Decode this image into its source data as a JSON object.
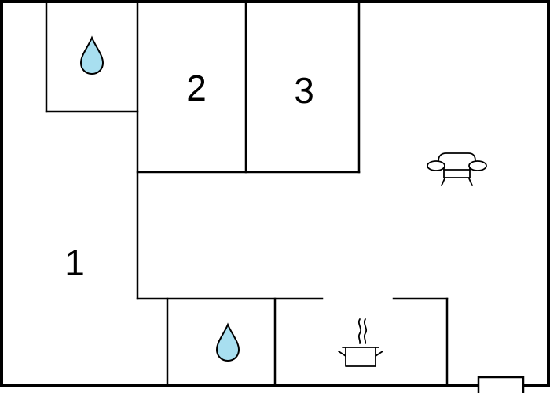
{
  "floorplan": {
    "rooms": [
      {
        "id": "room-1",
        "label": "1"
      },
      {
        "id": "room-2",
        "label": "2"
      },
      {
        "id": "room-3",
        "label": "3"
      }
    ],
    "icons": [
      {
        "name": "water-drop-icon",
        "room": "bathroom-top"
      },
      {
        "name": "water-drop-icon",
        "room": "bathroom-bottom"
      },
      {
        "name": "sofa-icon",
        "room": "living-room"
      },
      {
        "name": "cooking-pot-icon",
        "room": "kitchen"
      }
    ],
    "colors": {
      "wall": "#000000",
      "background": "#ffffff",
      "water_drop": "#a8dff0"
    }
  }
}
